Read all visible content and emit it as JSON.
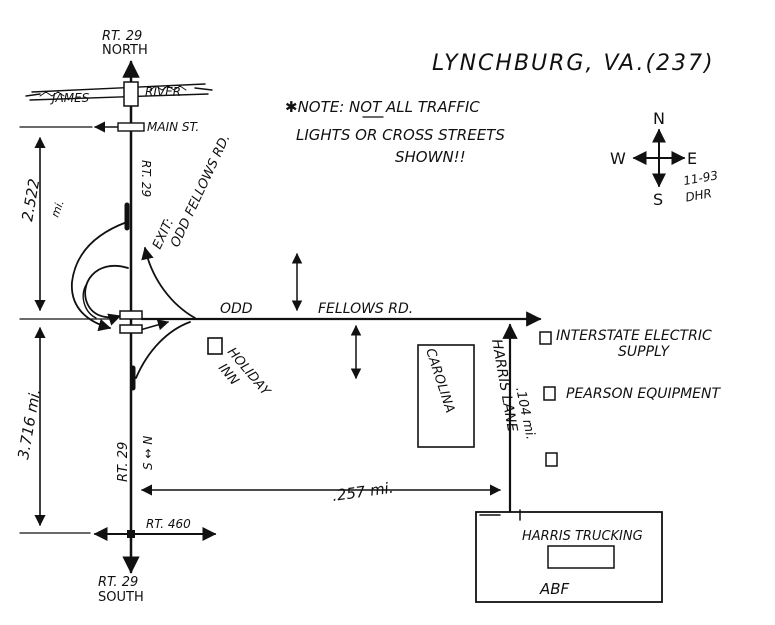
{
  "title": "LYNCHBURG, VA.(237)",
  "note": {
    "line1": "✱NOTE: NOT ALL TRAFFIC",
    "line2": "LIGHTS OR CROSS STREETS",
    "line3": "SHOWN!!"
  },
  "compass": {
    "n": "N",
    "s": "S",
    "e": "E",
    "w": "W",
    "date": "11-93",
    "initials": "DHR"
  },
  "roads": {
    "rt29_north": [
      "RT. 29",
      "NORTH"
    ],
    "rt29_south": [
      "RT. 29",
      "SOUTH"
    ],
    "rt29_label_upper": "RT. 29",
    "rt29_label_lower": "RT. 29",
    "river_left": "JAMES",
    "river_right": "RIVER",
    "main_st": "MAIN ST.",
    "exit_label_1": "EXIT:",
    "exit_label_2": "ODD FELLOWS RD.",
    "odd": "ODD",
    "fellows_rd": "FELLOWS RD.",
    "rt460": "RT. 460",
    "harris_lane": "HARRIS LANE",
    "ns_marker": "S ↔ N"
  },
  "distances": {
    "d1_value": "2.522",
    "d1_unit": "mi.",
    "d2": "3.716 mi.",
    "d3": ".257 mi.",
    "d4": ".104 mi."
  },
  "places": {
    "holiday": "HOLIDAY",
    "inn": "INN",
    "carolina": "CAROLINA",
    "interstate1": "INTERSTATE ELECTRIC",
    "interstate2": "SUPPLY",
    "pearson": "PEARSON EQUIPMENT",
    "harris_trucking": "HARRIS TRUCKING",
    "abf": "ABF"
  }
}
